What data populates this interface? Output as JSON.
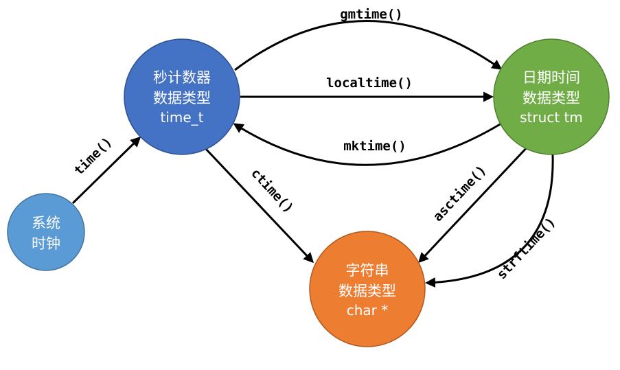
{
  "nodes": {
    "system_clock": {
      "line1": "系统",
      "line2": "时钟",
      "color": "#5B9BD5"
    },
    "seconds": {
      "line1": "秒计数器",
      "line2": "数据类型",
      "line3": "time_t",
      "color": "#4472C4"
    },
    "datetime": {
      "line1": "日期时间",
      "line2": "数据类型",
      "line3": "struct tm",
      "color": "#70AD47"
    },
    "string": {
      "line1": "字符串",
      "line2": "数据类型",
      "line3": "char *",
      "color": "#ED7D31"
    }
  },
  "edges": {
    "time": "time()",
    "gmtime": "gmtime()",
    "localtime": "localtime()",
    "mktime": "mktime()",
    "ctime": "ctime()",
    "asctime": "asctime()",
    "strftime": "strftime()"
  }
}
